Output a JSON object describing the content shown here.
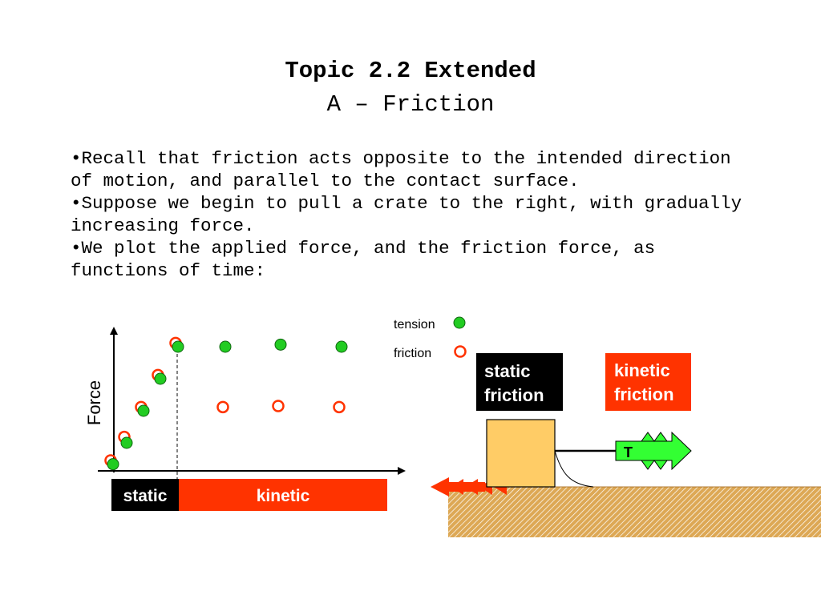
{
  "slide": {
    "title": "Topic 2.2 Extended",
    "subtitle": "A – Friction",
    "bullets": [
      "•Recall that friction acts opposite to the intended direction of motion, and parallel to the contact surface.",
      "•Suppose we begin to pull a crate to the right, with gradually increasing force.",
      "•We plot the applied force, and the friction force, as functions of time:"
    ]
  },
  "chart_data": {
    "type": "scatter",
    "ylabel": "Force",
    "xlabel": "",
    "legend": {
      "position": "top-right",
      "entries": [
        "tension",
        "friction"
      ]
    },
    "colors": {
      "tension": "#22cc22",
      "friction": "#ff3300"
    },
    "series": [
      {
        "name": "tension",
        "x": [
          0,
          1,
          2,
          3,
          4,
          5,
          6,
          7
        ],
        "y": [
          0.5,
          1.5,
          3.0,
          4.5,
          6.0,
          6.0,
          6.1,
          6.0
        ]
      },
      {
        "name": "friction",
        "x": [
          0,
          1,
          2,
          3,
          4,
          5,
          6,
          7
        ],
        "y": [
          0.6,
          1.7,
          3.1,
          4.6,
          6.1,
          3.1,
          3.15,
          3.1
        ]
      }
    ],
    "regions": [
      {
        "label": "static",
        "color": "#000000"
      },
      {
        "label": "kinetic",
        "color": "#ff3300"
      }
    ]
  },
  "crate_diagram": {
    "static_label": "static\nfriction",
    "kinetic_label": "kinetic\nfriction",
    "tension_label": "T",
    "colors": {
      "crate": "#ffcc66",
      "ground": "#dda855",
      "arrow": "#33ff33",
      "friction_arrow": "#ff3300",
      "kinetic_box": "#ff3300",
      "static_box": "#000000"
    }
  }
}
